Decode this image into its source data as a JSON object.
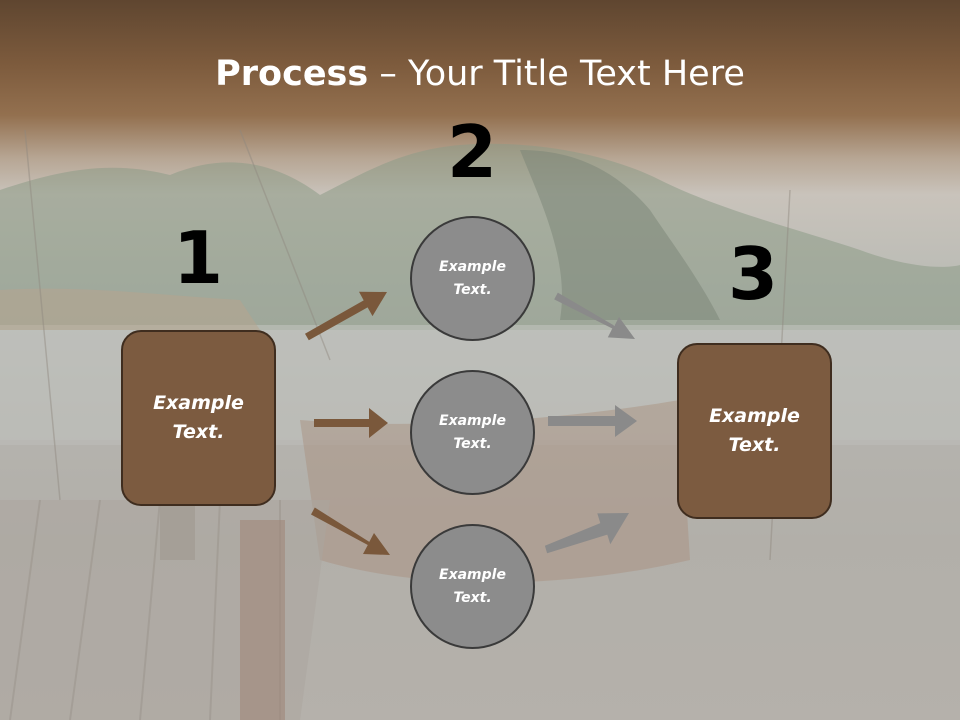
{
  "title": {
    "bold": "Process",
    "rest": " – Your Title Text Here"
  },
  "steps": {
    "one": "1",
    "two": "2",
    "three": "3"
  },
  "left_box": {
    "line1": "Example",
    "line2": "Text."
  },
  "right_box": {
    "line1": "Example",
    "line2": "Text."
  },
  "circles": [
    {
      "line1": "Example",
      "line2": "Text."
    },
    {
      "line1": "Example",
      "line2": "Text."
    },
    {
      "line1": "Example",
      "line2": "Text."
    }
  ],
  "colors": {
    "box_fill": "#7c5b40",
    "circle_fill": "#8c8c8c",
    "arrow_brown": "#7a583b",
    "arrow_gray": "#8a8a8a",
    "title_band": "#7d5b3d"
  }
}
